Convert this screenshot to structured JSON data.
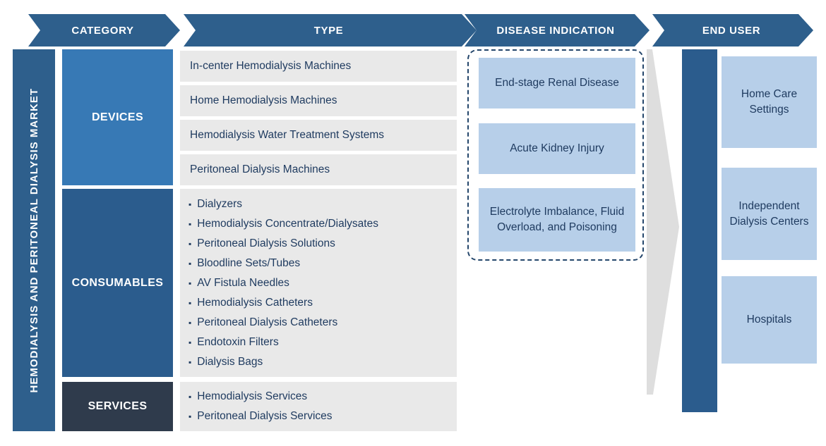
{
  "title": "HEMODIALYSIS AND PERITONEAL DIALYSIS MARKET",
  "headers": [
    {
      "label": "CATEGORY"
    },
    {
      "label": "TYPE"
    },
    {
      "label": "DISEASE INDICATION"
    },
    {
      "label": "END USER"
    }
  ],
  "categories": [
    {
      "label": "DEVICES",
      "types": [
        "In-center Hemodialysis Machines",
        "Home Hemodialysis Machines",
        "Hemodialysis Water Treatment Systems",
        "Peritoneal Dialysis Machines"
      ]
    },
    {
      "label": "CONSUMABLES",
      "types": [
        "Dialyzers",
        "Hemodialysis Concentrate/Dialysates",
        "Peritoneal Dialysis Solutions",
        "Bloodline Sets/Tubes",
        "AV Fistula Needles",
        "Hemodialysis Catheters",
        "Peritoneal Dialysis Catheters",
        "Endotoxin Filters",
        "Dialysis Bags"
      ]
    },
    {
      "label": "SERVICES",
      "types": [
        "Hemodialysis Services",
        "Peritoneal Dialysis Services"
      ]
    }
  ],
  "disease_indications": [
    "End-stage Renal Disease",
    "Acute Kidney Injury",
    "Electrolyte Imbalance, Fluid Overload, and Poisoning"
  ],
  "end_users": [
    "Home Care Settings",
    "Independent Dialysis Centers",
    "Hospitals"
  ],
  "colors": {
    "header_blue": "#2E5F8C",
    "devices_blue": "#3779B5",
    "consumables_blue": "#2B5C8D",
    "services_navy": "#2F3B4C",
    "box_gray": "#E9E9E9",
    "box_light_blue": "#B7CFE9",
    "text_navy": "#1E3A5F",
    "flow_arrow_gray": "#DEDEDE"
  }
}
